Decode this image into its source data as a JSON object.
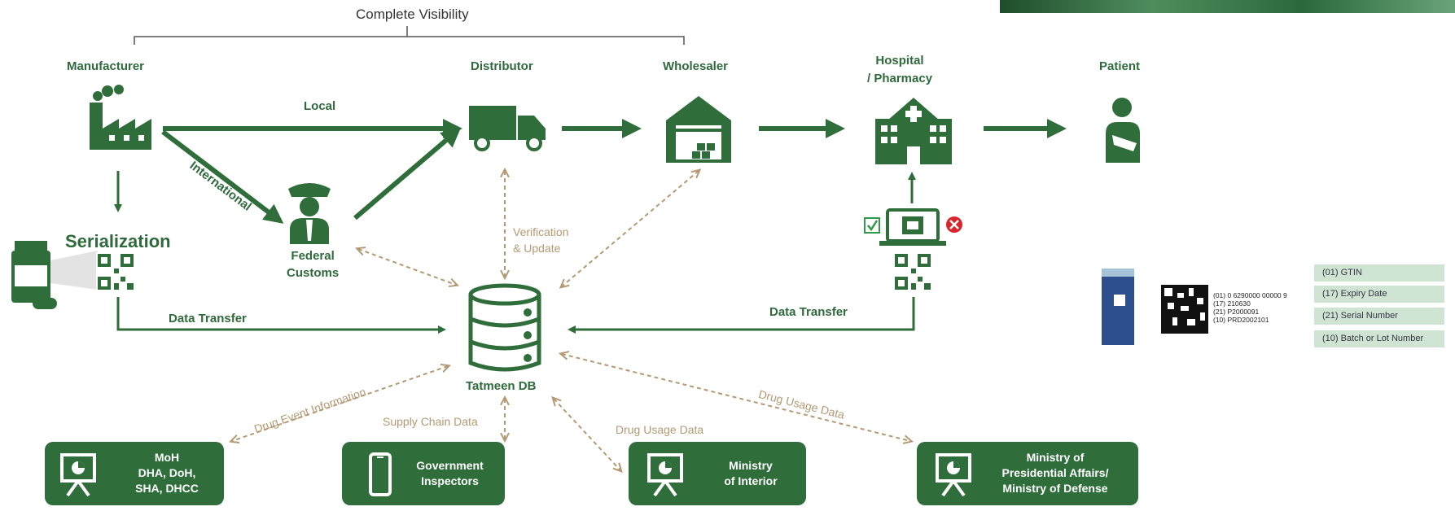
{
  "top_label": "Complete Visibility",
  "nodes": {
    "manufacturer": "Manufacturer",
    "distributor": "Distributor",
    "wholesaler": "Wholesaler",
    "hospital": "Hospital\n/ Pharmacy",
    "patient": "Patient",
    "federal_customs": "Federal\nCustoms",
    "serialization": "Serialization",
    "tatmeen_db": "Tatmeen DB"
  },
  "flow_labels": {
    "local": "Local",
    "international": "International",
    "data_transfer_left": "Data Transfer",
    "data_transfer_right": "Data Transfer"
  },
  "dashed_labels": {
    "verification": "Verification\n& Update",
    "drug_event": "Drug Event Information",
    "supply_chain": "Supply Chain Data",
    "drug_usage_1": "Drug Usage Data",
    "drug_usage_2": "Drug Usage Data"
  },
  "stakeholders": [
    {
      "label": "MoH\nDHA, DoH,\nSHA, DHCC",
      "icon": "presentation-board-icon"
    },
    {
      "label": "Government\nInspectors",
      "icon": "mobile-phone-icon"
    },
    {
      "label": "Ministry\nof Interior",
      "icon": "presentation-board-icon"
    },
    {
      "label": "Ministry of\nPresidential Affairs/\nMinistry of Defense",
      "icon": "presentation-board-icon"
    }
  ],
  "gs1_barcode_text": [
    "(01) 0 6290000 00000 9",
    "(17) 210630",
    "(21) P2000091",
    "(10) PRD2002101"
  ],
  "gs1_tags": [
    "(01) GTIN",
    "(17) Expiry Date",
    "(21) Serial Number",
    "(10) Batch or Lot Number"
  ],
  "colors": {
    "primary_green": "#2f6e3b",
    "dashed_tan": "#b49a74",
    "tag_bg": "#cfe4d3",
    "error_red": "#d9262c"
  }
}
